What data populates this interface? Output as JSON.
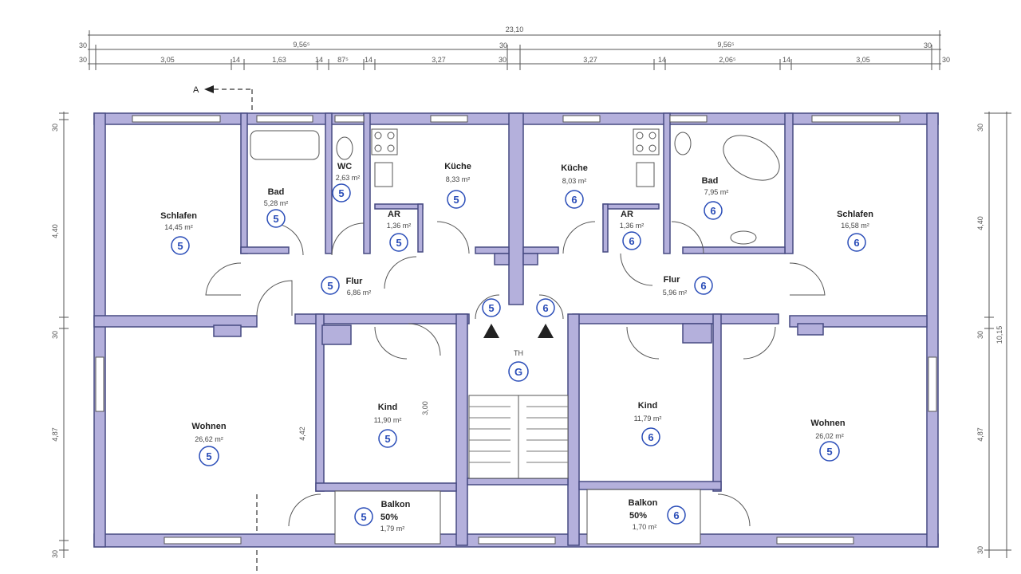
{
  "dimensions": {
    "total": "23,10",
    "row2": [
      "30",
      "9,56⁵",
      "30",
      "9,56⁵",
      "30"
    ],
    "row3": [
      "30",
      "3,05",
      "14",
      "1,63",
      "14",
      "87⁵",
      "14",
      "3,27",
      "30",
      "3,27",
      "14",
      "2,06⁵",
      "14",
      "3,05",
      "30"
    ],
    "left_vertical": [
      "30",
      "4,40",
      "30",
      "4,87",
      "30"
    ],
    "right_total": "10,15",
    "right_vertical": [
      "30",
      "4,40",
      "30",
      "4,87",
      "30"
    ],
    "stair_dim": "3,00",
    "flur_dim": "4,42"
  },
  "section_marker": "A",
  "unit_markers": {
    "left": "5",
    "right": "6",
    "stair": "G"
  },
  "rooms": [
    {
      "name": "Schlafen",
      "area": "14,45 m²",
      "unit": "5"
    },
    {
      "name": "Bad",
      "area": "5,28 m²",
      "unit": "5"
    },
    {
      "name": "WC",
      "area": "2,63 m²",
      "unit": "5"
    },
    {
      "name": "Küche",
      "area": "8,33 m²",
      "unit": "5"
    },
    {
      "name": "AR",
      "area": "1,36 m²",
      "unit": "5"
    },
    {
      "name": "Flur",
      "area": "6,86 m²",
      "unit": "5"
    },
    {
      "name": "Kind",
      "area": "11,90 m²",
      "unit": "5"
    },
    {
      "name": "Wohnen",
      "area": "26,62 m²",
      "unit": "5"
    },
    {
      "name": "Balkon",
      "pct": "50%",
      "area": "1,79 m²",
      "unit": "5"
    },
    {
      "name": "Küche",
      "area": "8,03 m²",
      "unit": "6"
    },
    {
      "name": "AR",
      "area": "1,36 m²",
      "unit": "6"
    },
    {
      "name": "Bad",
      "area": "7,95 m²",
      "unit": "6"
    },
    {
      "name": "Schlafen",
      "area": "16,58 m²",
      "unit": "6"
    },
    {
      "name": "Flur",
      "area": "5,96 m²",
      "unit": "6"
    },
    {
      "name": "Kind",
      "area": "11,79 m²",
      "unit": "6"
    },
    {
      "name": "Wohnen",
      "area": "26,02 m²",
      "unit": "5"
    },
    {
      "name": "Balkon",
      "pct": "50%",
      "area": "1,70 m²",
      "unit": "6"
    },
    {
      "name": "TH",
      "area": "",
      "unit": "G"
    }
  ]
}
